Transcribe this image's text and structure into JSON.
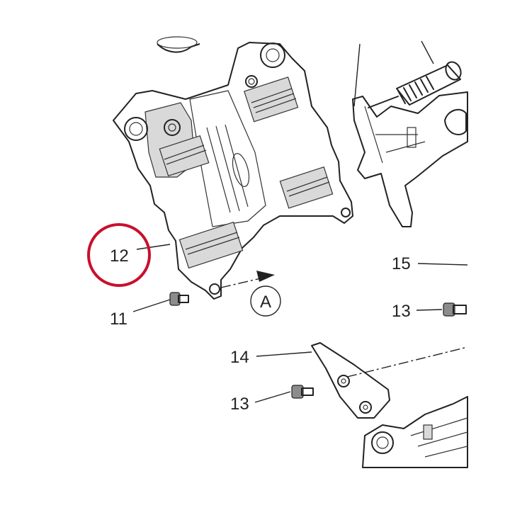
{
  "diagram": {
    "callouts": [
      {
        "id": "12",
        "text": "12",
        "highlighted": true
      },
      {
        "id": "11",
        "text": "11"
      },
      {
        "id": "15",
        "text": "15"
      },
      {
        "id": "13a",
        "text": "13"
      },
      {
        "id": "14",
        "text": "14"
      },
      {
        "id": "13b",
        "text": "13"
      }
    ],
    "view_marker": "A",
    "highlight_color": "#c8102e",
    "line_color": "#222222"
  }
}
